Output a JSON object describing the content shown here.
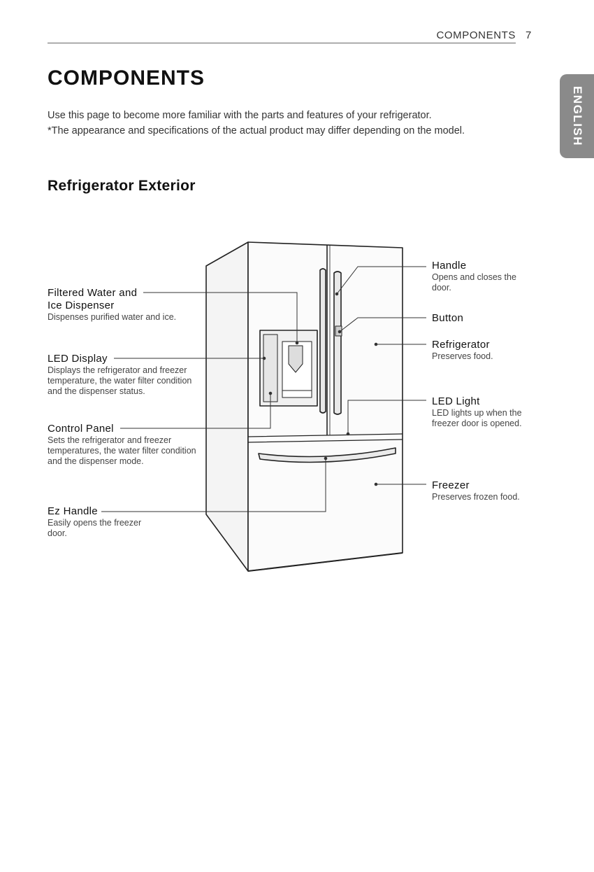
{
  "header": {
    "section": "COMPONENTS",
    "page_number": "7"
  },
  "side_tab": {
    "label": "ENGLISH"
  },
  "title": "COMPONENTS",
  "intro": {
    "line1": "Use this page to become more familiar with the parts and features of your refrigerator.",
    "line2": "*The appearance and specifications of the actual product may differ depending on the model."
  },
  "section_title": "Refrigerator Exterior",
  "callouts": {
    "filtered_water": {
      "name_line1": "Filtered Water and",
      "name_line2": "Ice Dispenser",
      "desc": "Dispenses purified water and ice."
    },
    "led_display": {
      "name": "LED Display",
      "desc": "Displays the refrigerator and freezer temperature, the water filter condition and the dispenser status."
    },
    "control_panel": {
      "name": "Control Panel",
      "desc": "Sets the refrigerator and freezer temperatures, the water filter condition and the dispenser mode."
    },
    "ez_handle": {
      "name": "Ez Handle",
      "desc": "Easily opens the freezer door."
    },
    "handle": {
      "name": "Handle",
      "desc": "Opens and closes the door."
    },
    "button": {
      "name": "Button"
    },
    "refrigerator": {
      "name": "Refrigerator",
      "desc": "Preserves food."
    },
    "led_light": {
      "name": "LED Light",
      "desc": "LED lights up when the freezer door is opened."
    },
    "freezer": {
      "name": "Freezer",
      "desc": "Preserves frozen food."
    }
  },
  "colors": {
    "side_tab": "#8a8a8a",
    "line": "#333333"
  }
}
